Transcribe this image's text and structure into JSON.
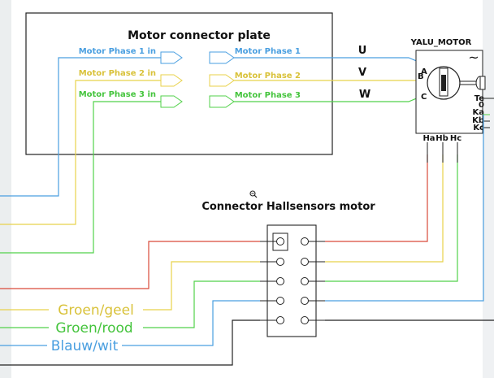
{
  "colors": {
    "phase1": "#4a9fe0",
    "phase2": "#e8d24a",
    "phase3": "#52d14a",
    "red": "#d94a3a",
    "black": "#222222",
    "background_tint": "#e9ecef"
  },
  "zoom_icon": "zoom-out-icon",
  "connector_plate": {
    "title": "Motor connector plate",
    "inputs": [
      "Motor Phase 1 in",
      "Motor Phase 2 in",
      "Motor Phase 3 in"
    ],
    "outputs": [
      "Motor Phase 1",
      "Motor Phase 2",
      "Motor Phase 3"
    ]
  },
  "phase_letters": [
    "U",
    "V",
    "W"
  ],
  "motor": {
    "title": "YALU_MOTOR",
    "terminals": [
      "A",
      "B",
      "C"
    ],
    "side_pins": [
      "Te",
      "0",
      "Ka",
      "Kb",
      "Kc"
    ],
    "bottom_pins": [
      "Ha",
      "Hb",
      "Hc"
    ],
    "ac_symbol": "~"
  },
  "hall_connector": {
    "title": "Connector Hallsensors motor"
  },
  "legend": [
    "Groen/geel",
    "Groen/rood",
    "Blauw/wit"
  ]
}
